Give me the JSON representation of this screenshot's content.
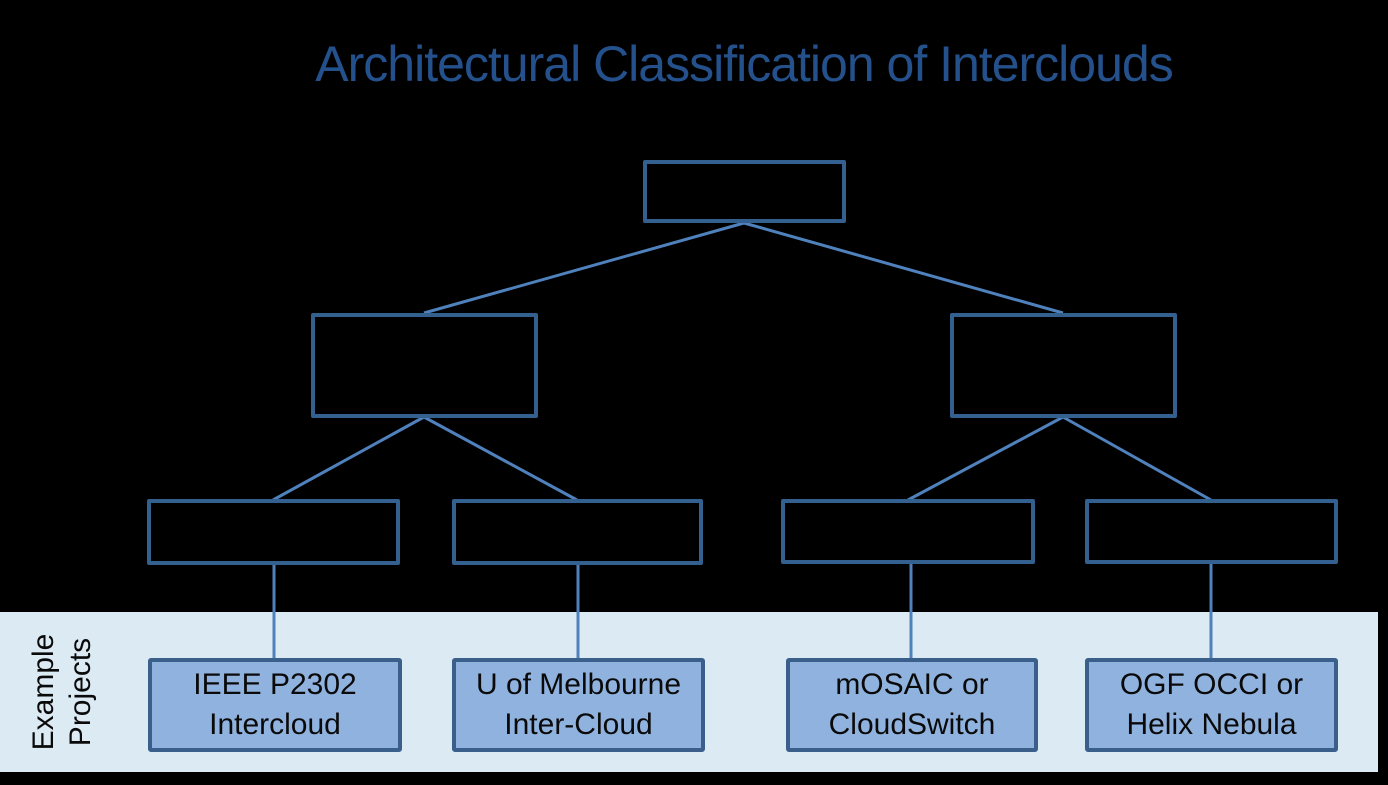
{
  "title": "Architectural Classification of Interclouds",
  "colors": {
    "background": "#000000",
    "title_text": "#24518C",
    "node_border": "#33608F",
    "connector_line": "#4F81BD",
    "band_fill": "#DCEAF4",
    "example_box_fill": "#90B2DE",
    "example_box_border": "#3B5F8B",
    "label_text": "#0A0A0A"
  },
  "tree": {
    "root": {
      "label": ""
    },
    "level2": [
      {
        "label": ""
      },
      {
        "label": ""
      }
    ],
    "level3": [
      {
        "label": ""
      },
      {
        "label": ""
      },
      {
        "label": ""
      },
      {
        "label": ""
      }
    ]
  },
  "band": {
    "label": "Example\nProjects"
  },
  "example_projects": [
    {
      "label": "IEEE P2302\nIntercloud"
    },
    {
      "label": "U of Melbourne\nInter-Cloud"
    },
    {
      "label": "mOSAIC or\nCloudSwitch"
    },
    {
      "label": "OGF OCCI or\nHelix Nebula"
    }
  ]
}
